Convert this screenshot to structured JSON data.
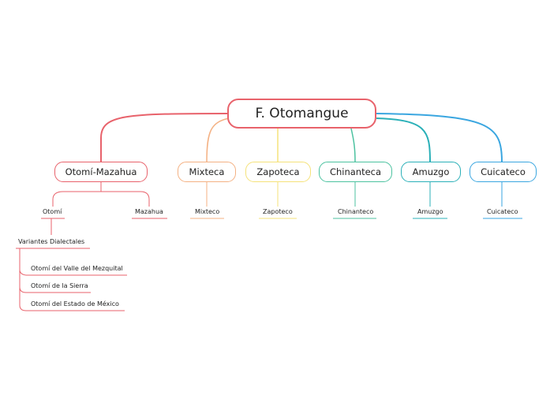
{
  "map": {
    "root": {
      "label": "F. Otomangue",
      "color": "#e8626b"
    },
    "branches": [
      {
        "id": "otomi-mazahua",
        "label": "Otomí-Mazahua",
        "color": "#e8626b",
        "children": [
          "Otomí",
          "Mazahua"
        ]
      },
      {
        "id": "mixteca",
        "label": "Mixteca",
        "color": "#f4b183",
        "children": [
          "Mixteco"
        ]
      },
      {
        "id": "zapoteca",
        "label": "Zapoteca",
        "color": "#f5e27a",
        "children": [
          "Zapoteco"
        ]
      },
      {
        "id": "chinanteca",
        "label": "Chinanteca",
        "color": "#4cc2a0",
        "children": [
          "Chinanteco"
        ]
      },
      {
        "id": "amuzgo",
        "label": "Amuzgo",
        "color": "#2bb0b8",
        "children": [
          "Amuzgo"
        ]
      },
      {
        "id": "cuicateco",
        "label": "Cuicateco",
        "color": "#3aa6e0",
        "children": [
          "Cuicateco"
        ]
      }
    ],
    "otomi_detail": {
      "label": "Variantes Dialectales",
      "items": [
        "Otomí del Valle del Mezquital",
        "Otomí de la Sierra",
        "Otomí del Estado de México"
      ]
    }
  }
}
